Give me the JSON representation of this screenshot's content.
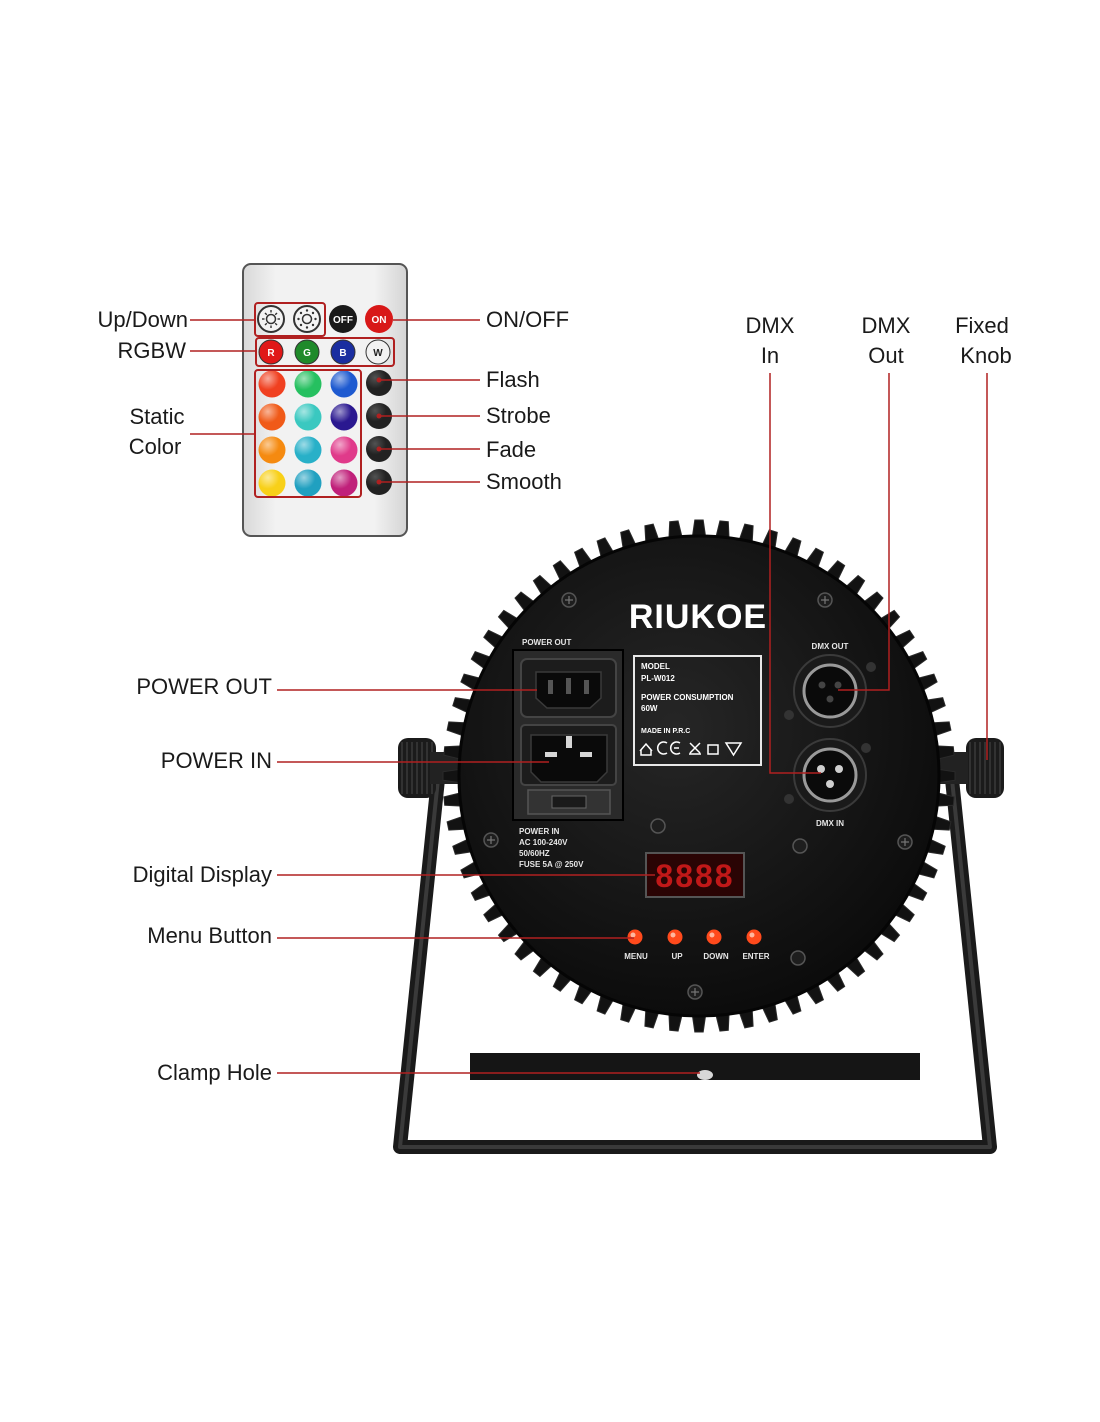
{
  "remote": {
    "buttons": {
      "off": "OFF",
      "on": "ON",
      "r": "R",
      "g": "G",
      "b": "B",
      "w": "W"
    },
    "rgbw_colors": [
      "#e01818",
      "#1f8a2a",
      "#1a2ea0",
      "#f2f2f2"
    ],
    "static_colors": [
      [
        "#f04020",
        "#26c060",
        "#1e5ad0"
      ],
      [
        "#f05a18",
        "#3ac8c0",
        "#2a1890"
      ],
      [
        "#f58a10",
        "#28b0c8",
        "#e03a8a"
      ],
      [
        "#f8d018",
        "#20a0c0",
        "#c0207a"
      ]
    ]
  },
  "callouts": {
    "up_down": "Up/Down",
    "rgbw": "RGBW",
    "static_color_line1": "Static",
    "static_color_line2": "Color",
    "on_off": "ON/OFF",
    "flash": "Flash",
    "strobe": "Strobe",
    "fade": "Fade",
    "smooth": "Smooth",
    "dmx_in_line1": "DMX",
    "dmx_in_line2": "In",
    "dmx_out_line1": "DMX",
    "dmx_out_line2": "Out",
    "fixed_knob_line1": "Fixed",
    "fixed_knob_line2": "Knob",
    "power_out": "POWER OUT",
    "power_in": "POWER IN",
    "digital_display": "Digital Display",
    "menu_button": "Menu Button",
    "clamp_hole": "Clamp Hole"
  },
  "device": {
    "brand": "RIUKOE",
    "power_out_label": "POWER OUT",
    "model_label": "MODEL",
    "model_value": "PL-W012",
    "power_consumption_label": "POWER CONSUMPTION",
    "power_consumption_value": "60W",
    "made_in": "MADE IN P.R.C",
    "dmx_out_label": "DMX OUT",
    "dmx_in_label": "DMX IN",
    "power_in_label": "POWER IN",
    "power_in_voltage": "AC 100-240V",
    "power_in_freq": "50/60HZ",
    "power_in_fuse": "FUSE 5A @ 250V",
    "display_value": "8888",
    "buttons": [
      "MENU",
      "UP",
      "DOWN",
      "ENTER"
    ]
  },
  "colors": {
    "callout_line": "#b02020",
    "housing": "#111111",
    "led_button": "#ff4a1c",
    "display_digits": "#c01818"
  }
}
